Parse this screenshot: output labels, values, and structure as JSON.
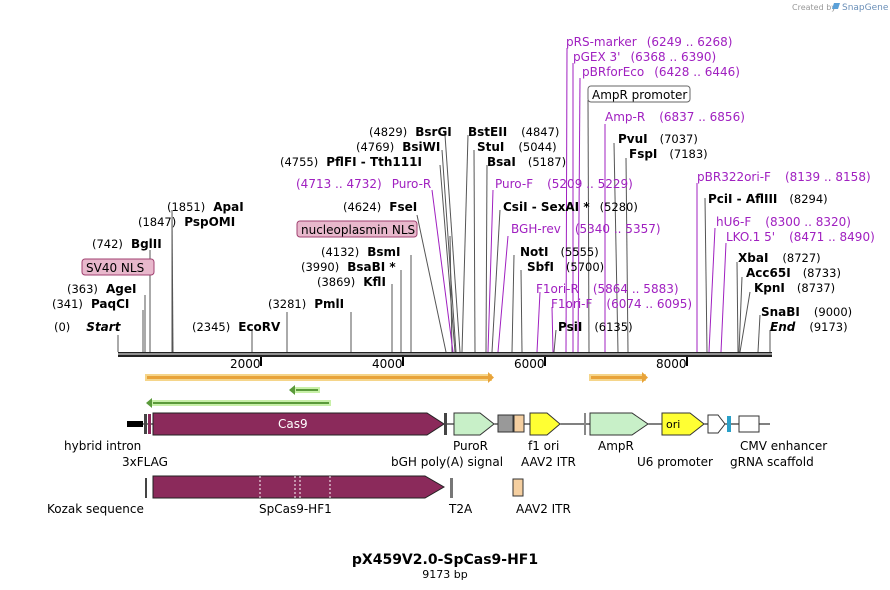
{
  "watermark": "Created by",
  "brand": "SnapGene",
  "plasmid": {
    "name": "pX459V2.0-SpCas9-HF1",
    "size": "9173 bp"
  },
  "axis": {
    "ticks": [
      "2000",
      "4000",
      "6000",
      "8000"
    ]
  },
  "sites": [
    {
      "name": "Start",
      "pos": "(0)",
      "italic": true
    },
    {
      "name": "PaqCI",
      "pos": "(341)"
    },
    {
      "name": "AgeI",
      "pos": "(363)"
    },
    {
      "name": "BglII",
      "pos": "(742)"
    },
    {
      "name": "PspOMI",
      "pos": "(1847)"
    },
    {
      "name": "ApaI",
      "pos": "(1851)"
    },
    {
      "name": "EcoRV",
      "pos": "(2345)"
    },
    {
      "name": "PmlI",
      "pos": "(3281)"
    },
    {
      "name": "KflI",
      "pos": "(3869)"
    },
    {
      "name": "BsaBI *",
      "pos": "(3990)"
    },
    {
      "name": "BsmI",
      "pos": "(4132)"
    },
    {
      "name": "FseI",
      "pos": "(4624)"
    },
    {
      "name": "PflFI - Tth111I",
      "pos": "(4755)"
    },
    {
      "name": "BsiWI",
      "pos": "(4769)"
    },
    {
      "name": "BsrGI",
      "pos": "(4829)"
    },
    {
      "name": "BstEII",
      "pos": "(4847)"
    },
    {
      "name": "StuI",
      "pos": "(5044)"
    },
    {
      "name": "BsaI",
      "pos": "(5187)"
    },
    {
      "name": "CsiI - SexAI *",
      "pos": "(5280)"
    },
    {
      "name": "NotI",
      "pos": "(5555)"
    },
    {
      "name": "SbfI",
      "pos": "(5700)"
    },
    {
      "name": "PsiI",
      "pos": "(6135)"
    },
    {
      "name": "PvuI",
      "pos": "(7037)"
    },
    {
      "name": "FspI",
      "pos": "(7183)"
    },
    {
      "name": "PciI - AflIII",
      "pos": "(8294)"
    },
    {
      "name": "XbaI",
      "pos": "(8727)"
    },
    {
      "name": "Acc65I",
      "pos": "(8733)"
    },
    {
      "name": "KpnI",
      "pos": "(8737)"
    },
    {
      "name": "SnaBI",
      "pos": "(9000)"
    },
    {
      "name": "End",
      "pos": "(9173)",
      "italic": true
    }
  ],
  "primers": [
    {
      "name": "pRS-marker",
      "range": "(6249 .. 6268)"
    },
    {
      "name": "pGEX 3'",
      "range": "(6368 .. 6390)"
    },
    {
      "name": "pBRforEco",
      "range": "(6428 .. 6446)"
    },
    {
      "name": "Amp-R",
      "range": "(6837 .. 6856)"
    },
    {
      "name": "Puro-R",
      "range": "(4713 .. 4732)"
    },
    {
      "name": "Puro-F",
      "range": "(5209 .. 5229)"
    },
    {
      "name": "BGH-rev",
      "range": "(5340 .. 5357)"
    },
    {
      "name": "F1ori-R",
      "range": "(5864 .. 5883)"
    },
    {
      "name": "F1ori-F",
      "range": "(6074 .. 6095)"
    },
    {
      "name": "pBR322ori-F",
      "range": "(8139 .. 8158)"
    },
    {
      "name": "hU6-F",
      "range": "(8300 .. 8320)"
    },
    {
      "name": "LKO.1 5'",
      "range": "(8471 .. 8490)"
    }
  ],
  "callouts": [
    "SV40 NLS",
    "nucleoplasmin NLS",
    "AmpR promoter"
  ],
  "features": {
    "cas9": "Cas9",
    "ori": "ori",
    "labels": [
      "hybrid intron",
      "3xFLAG",
      "PuroR",
      "bGH poly(A) signal",
      "f1 ori",
      "AAV2 ITR",
      "AmpR",
      "U6 promoter",
      "CMV enhancer",
      "gRNA scaffold"
    ],
    "labels2": [
      "Kozak sequence",
      "SpCas9-HF1",
      "T2A",
      "AAV2 ITR"
    ]
  },
  "colors": {
    "cas9": "#8b2a5b",
    "primer": "#a020c0",
    "puro": "#c8f0c8",
    "f1ori": "#ffff33",
    "ori": "#ffff33",
    "itr": "#f5cfa0",
    "orf_orange": "#e8a33a",
    "orf_green": "#5a9a3a",
    "callout_pink": "#e8b8cc"
  }
}
